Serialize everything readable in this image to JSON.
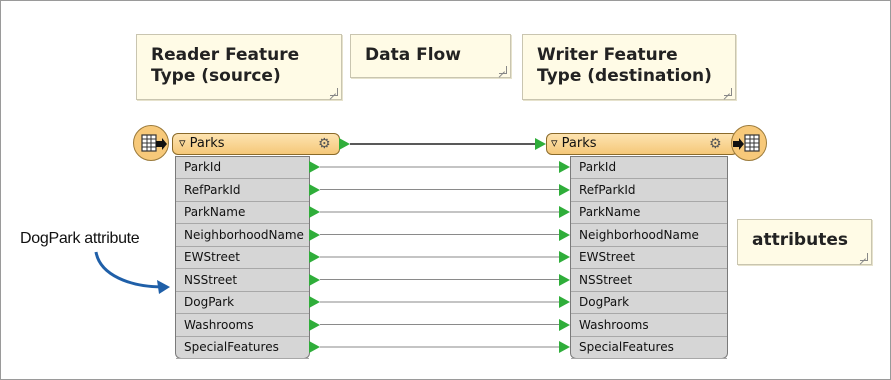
{
  "notes": {
    "reader": "Reader Feature Type (source)",
    "dataflow": "Data Flow",
    "writer": "Writer Feature Type (destination)",
    "attributes": "attributes"
  },
  "reader": {
    "name": "Parks"
  },
  "writer": {
    "name": "Parks"
  },
  "attributes": [
    "ParkId",
    "RefParkId",
    "ParkName",
    "NeighborhoodName",
    "EWStreet",
    "NSStreet",
    "DogPark",
    "Washrooms",
    "SpecialFeatures"
  ],
  "callout": {
    "label": "DogPark attribute"
  },
  "colors": {
    "header": "#f5c879",
    "port": "#2fae3a",
    "arrow": "#1f5fa8",
    "note": "#fffbe6"
  },
  "icons": {
    "expand": "triangle-down-icon",
    "settings": "gear-icon",
    "reader": "table-reader-icon",
    "writer": "table-writer-icon"
  }
}
